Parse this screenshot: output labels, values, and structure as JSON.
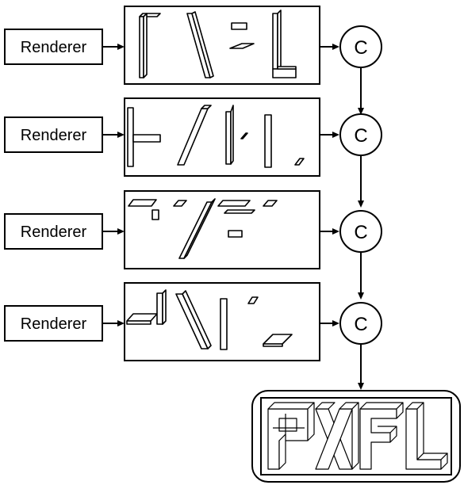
{
  "rows": [
    {
      "renderer_label": "Renderer",
      "combine_label": "C"
    },
    {
      "renderer_label": "Renderer",
      "combine_label": "C"
    },
    {
      "renderer_label": "Renderer",
      "combine_label": "C"
    },
    {
      "renderer_label": "Renderer",
      "combine_label": "C"
    }
  ],
  "output": {
    "text": "PXFL"
  }
}
